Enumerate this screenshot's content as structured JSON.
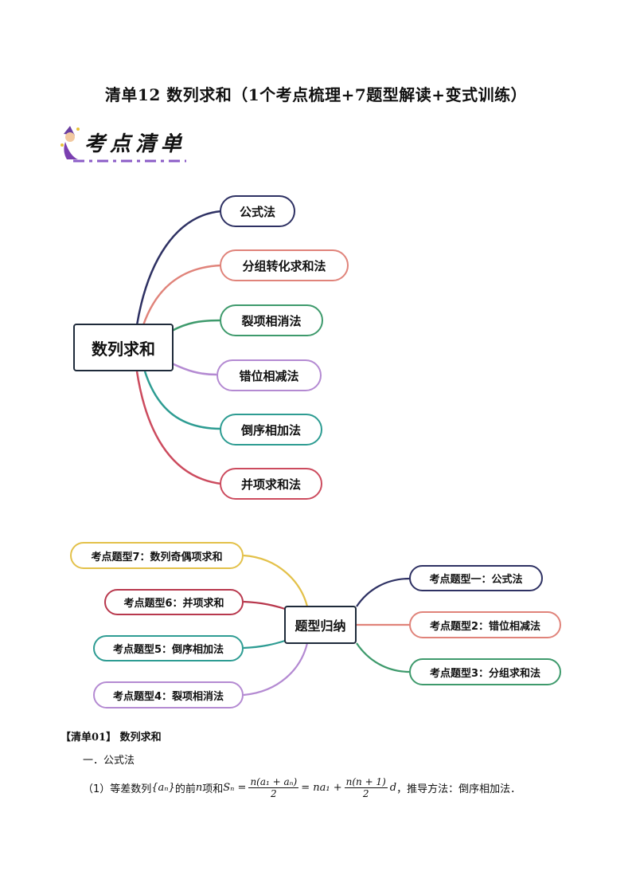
{
  "title": "清单12  数列求和（1个考点梳理+7题型解读+变式训练）",
  "badge": {
    "text": "考点清单"
  },
  "mindmap1": {
    "root": "数列求和",
    "branches": [
      "公式法",
      "分组转化求和法",
      "裂项相消法",
      "错位相减法",
      "倒序相加法",
      "并项求和法"
    ],
    "colors": [
      "#2e3163",
      "#e0837a",
      "#3e9a6c",
      "#b48ad2",
      "#2d9c92",
      "#cc4b5e"
    ]
  },
  "mindmap2": {
    "root": "题型归纳",
    "left": [
      "考点题型7：数列奇偶项求和",
      "考点题型6：并项求和",
      "考点题型5：倒序相加法",
      "考点题型4：裂项相消法"
    ],
    "left_colors": [
      "#e3c14a",
      "#b8384d",
      "#2e9c93",
      "#b48ad2"
    ],
    "right": [
      "考点题型一：公式法",
      "考点题型2：错位相减法",
      "考点题型3：分组求和法"
    ],
    "right_colors": [
      "#2e3163",
      "#e0837a",
      "#3e9a6c"
    ]
  },
  "section": {
    "heading_bracket": "【清单01】",
    "heading_text": "数列求和",
    "sub": "一．公式法",
    "formula": {
      "prefix": "（1）等差数列",
      "seq": "{aₙ}",
      "mid1": "的前",
      "n": "n",
      "mid2": "项和",
      "lhs": "Sₙ =",
      "frac1_num": "n(a₁ + aₙ)",
      "frac1_den": "2",
      "eq2": "= na₁ +",
      "frac2_num": "n(n + 1)",
      "frac2_den": "2",
      "d": "d",
      "suffix": "，推导方法：倒序相加法．"
    }
  }
}
